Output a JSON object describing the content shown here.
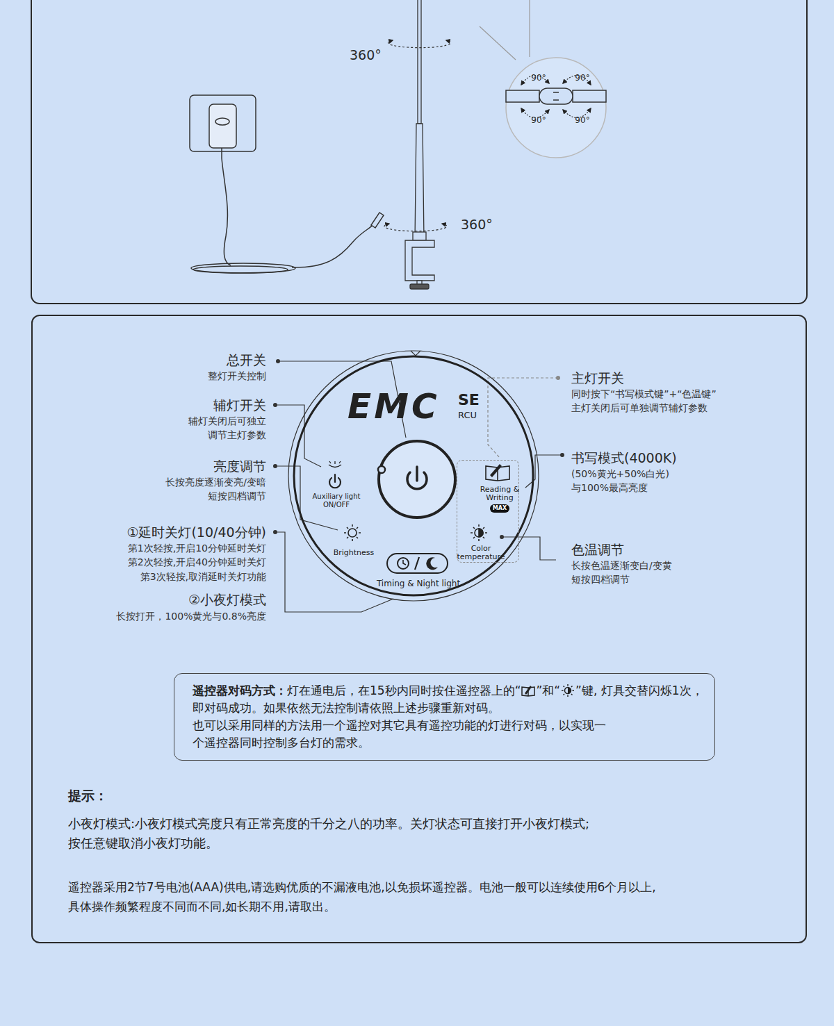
{
  "diagram": {
    "nodes": [
      {
        "text": [
          "提示：",
          "小夜灯模式:小夜灯模式亮度只有正常亮度的千分之八的功率。关灯状态可直接打开小夜灯模式; 按任意键取消小夜灯功能。",
          "遥控器采用2节7号电池(AAA)供电,请选购优质的不漏液电池,以免损坏遥控器。电池一般可以连续使用6个月以上, 具体操作频繁程度不同而不同,如长期不用,请取出。"
        ]
      },
      {
        "text": [
          "EMC",
          "SE",
          "RCU",
          "Auxiliary light ON/OFF",
          "Brightness",
          "Timing & Night light"
        ],
        "in": 0
      },
      {
        "text": [
          "Reading & Writing",
          "Color temperature"
        ],
        "in": 1
      },
      {
        "text": [
          "MAX"
        ],
        "in": 2
      },
      {
        "text": [
          "遥控器对码方式：",
          "灯在通电后，在15秒内同时按住遥控器上的“",
          "”和“",
          "”键, 灯具交替闪烁1次，即对码成功。如果依然无法控制请依照上述步骤重新对码。 也可以采用同样的方法用一个遥控对其它具有遥控功能的灯进行对码，以实现一 个遥控器同时控制多台灯的需求。"
        ],
        "in": 0
      }
    ],
    "labels": [
      "360°",
      "360°",
      "90°",
      "90°",
      "90°",
      "90°",
      "总开关",
      "整灯开关控制",
      "辅灯开关",
      "辅灯关闭后可独立 调节主灯参数",
      "亮度调节",
      "长按亮度逐渐变亮/变暗 短按四档调节",
      "①延时关灯(10/40分钟)",
      "第1次轻按,开启10分钟延时关灯 第2次轻按,开启40分钟延时关灯 第3次轻按,取消延时关灯功能",
      "②小夜灯模式",
      "长按打开，100%黄光与0.8%亮度",
      "主灯开关",
      "同时按下“书写模式键”+“色温键” 主灯关闭后可单独调节辅灯参数",
      "书写模式(4000K)",
      "(50%黄光+50%白光) 与100%最高亮度",
      "色温调节",
      "长按色温逐渐变白/变黄 短按四档调节"
    ]
  }
}
